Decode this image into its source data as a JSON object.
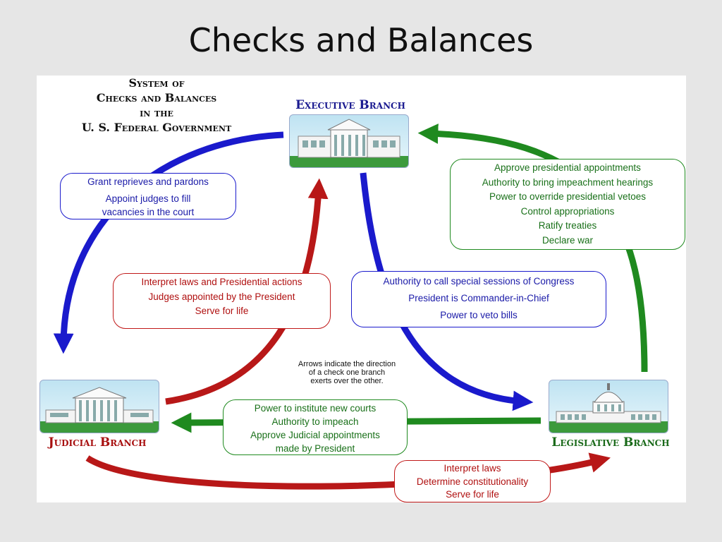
{
  "title": "Checks and Balances",
  "diagram": {
    "system_title": [
      "System of",
      "Checks and Balances",
      "in the",
      "U. S. Federal Government"
    ],
    "executive_label": "Executive Branch",
    "judicial_label": "Judicial Branch",
    "legislative_label": "Legislative Branch",
    "note": [
      "Arrows indicate the direction",
      "of a check one branch",
      "exerts over the other."
    ],
    "exec_to_judicial": [
      "Grant reprieves and pardons",
      "Appoint judges to fill",
      "vacancies in the court"
    ],
    "judicial_to_exec": [
      "Interpret laws and Presidential actions",
      "Judges appointed by the President",
      "Serve for life"
    ],
    "exec_to_legislative": [
      "Authority to call special sessions of Congress",
      "President is Commander-in-Chief",
      "Power to veto bills"
    ],
    "legislative_to_exec": [
      "Approve presidential appointments",
      "Authority to bring impeachment hearings",
      "Power to override presidential vetoes",
      "Control appropriations",
      "Ratify treaties",
      "Declare war"
    ],
    "legislative_to_judicial": [
      "Power to institute new courts",
      "Authority to impeach",
      "Approve Judicial appointments",
      "made by President"
    ],
    "judicial_to_legislative": [
      "Interpret laws",
      "Determine constitutionality",
      "Serve for life"
    ]
  },
  "colors": {
    "executive": "#1a1acc",
    "judicial": "#c01818",
    "legislative": "#1f8a1f"
  }
}
